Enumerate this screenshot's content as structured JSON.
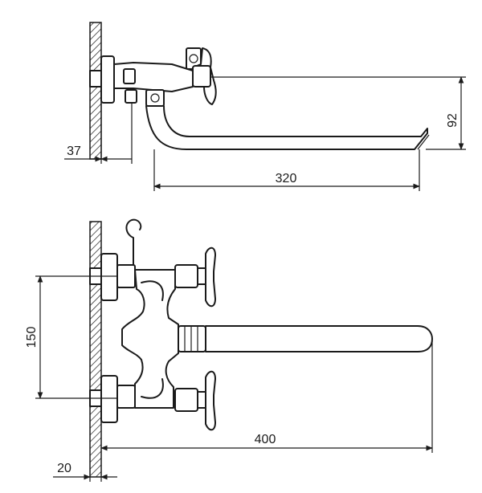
{
  "dimensions": {
    "top_wall_offset": "37",
    "spout_reach_top": "320",
    "spout_height": "92",
    "inlet_spacing": "150",
    "spout_reach_front": "400",
    "bottom_wall_offset": "20"
  }
}
